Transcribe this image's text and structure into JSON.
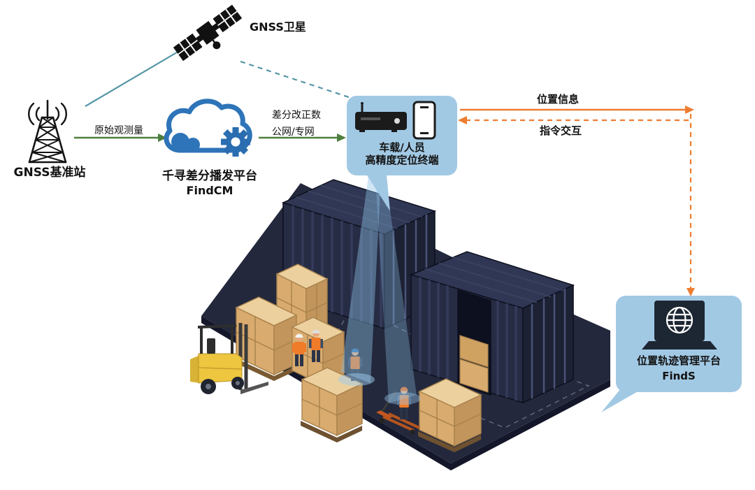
{
  "satellite": {
    "label": "GNSS卫星"
  },
  "base_station": {
    "label": "GNSS基准站"
  },
  "cloud": {
    "title": "千寻差分播发平台",
    "subtitle": "FindCM"
  },
  "edges": {
    "raw_observation": "原始观测量",
    "diff_line1": "差分改正数",
    "diff_line2": "公网/专网"
  },
  "terminal": {
    "line1": "车载/人员",
    "line2": "高精度定位终端"
  },
  "flows": {
    "position_info": "位置信息",
    "command": "指令交互"
  },
  "platform": {
    "title": "位置轨迹管理平台",
    "subtitle": "FindS"
  },
  "colors": {
    "card_fill": "#a2c9e4",
    "cloud_blue": "#2e74b8",
    "gear_blue": "#2a6db0",
    "green_arrow": "#4e7f3f",
    "orange_flow": "#ed7d31",
    "teal_link": "#5596a6",
    "scene_floor": "#23283c",
    "container_front": "#272c45",
    "container_top": "#303754",
    "container_end": "#1c2134",
    "carton_front": "#d9ab6e",
    "carton_top": "#ecd09e",
    "forklift_yellow": "#eec63f",
    "vest_orange": "#f07b28",
    "beam_blue": "#8fc3e8",
    "text": "#111111"
  },
  "icons": [
    "satellite-icon",
    "radio-tower-icon",
    "cloud-icon",
    "gear-icon",
    "receiver-icon",
    "smartphone-icon",
    "laptop-globe-icon",
    "shipping-container-icon",
    "forklift-icon",
    "worker-figure",
    "pallet-boxes-icon",
    "pallet-jack-icon",
    "positioning-beam"
  ]
}
